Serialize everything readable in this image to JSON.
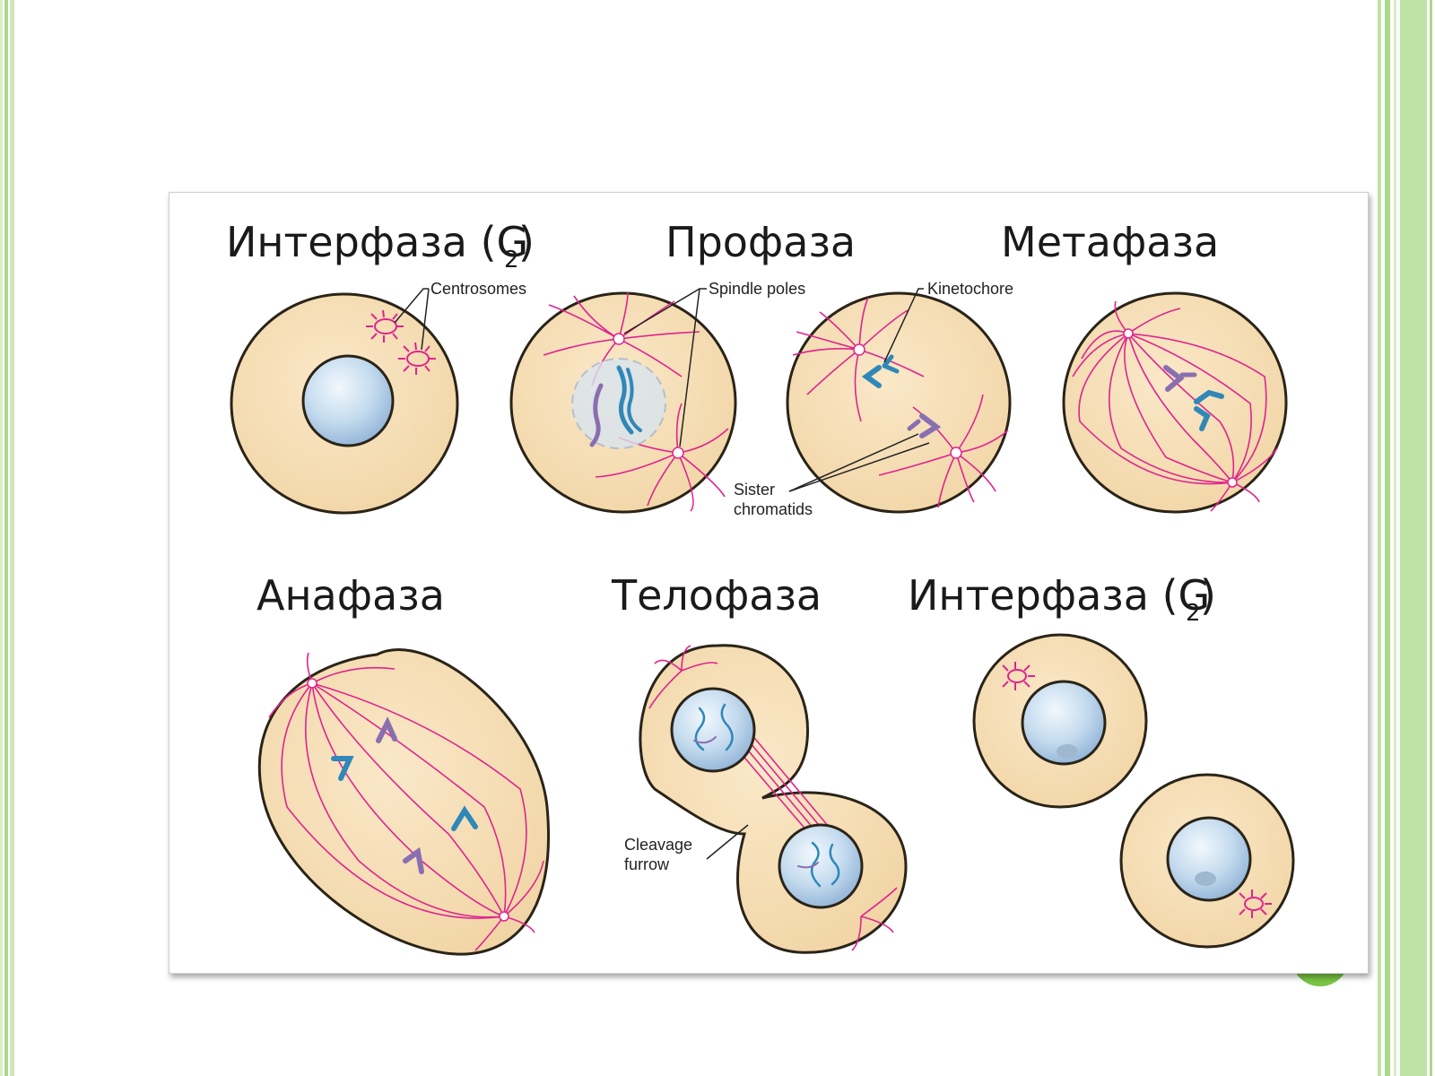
{
  "titles": {
    "interphase_top": "Интерфаза (G",
    "interphase_top_sub": "2",
    "interphase_top_close": ")",
    "prophase": "Профаза",
    "metaphase": "Метафаза",
    "anaphase": "Анафаза",
    "telophase": "Телофаза",
    "interphase_bottom": "Интерфаза (G",
    "interphase_bottom_sub": "2",
    "interphase_bottom_close": ")"
  },
  "labels": {
    "centrosomes": "Centrosomes",
    "spindle_poles": "Spindle poles",
    "kinetochore": "Kinetochore",
    "sister_1": "Sister",
    "sister_2": "chromatids",
    "cleavage_1": "Cleavage",
    "cleavage_2": "furrow"
  },
  "colors": {
    "cytoplasm": "#f6dfb6",
    "outline": "#2a2418",
    "nucleus": "#b9d3ea",
    "spindle": "#e0238f",
    "chromatid_blue": "#2f88b8",
    "chromatid_purple": "#8a6fb0",
    "frame_green": "#9ed47e"
  }
}
